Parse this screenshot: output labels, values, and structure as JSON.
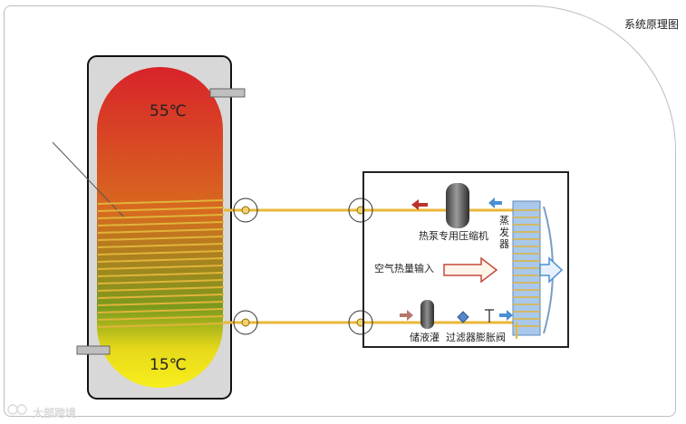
{
  "title": "系统原理图",
  "tank": {
    "top_temp": "55℃",
    "bottom_temp": "15℃"
  },
  "unit": {
    "compressor_label": "热泵专用压缩机",
    "evaporator_label": [
      "蒸",
      "发",
      "器"
    ],
    "air_input_label": "空气热量输入",
    "receiver_label": "储液灌",
    "filter_valve_label": "过滤器膨胀阀"
  },
  "watermark": "大部跨境",
  "colors": {
    "pipe": "#e9b73a",
    "tank_top": "#d9232a",
    "tank_bottom": "#f2e11a",
    "hot_arrow": "#b7332c",
    "cold_arrow": "#4a8fd3",
    "evaporator": "#8ab3df"
  }
}
